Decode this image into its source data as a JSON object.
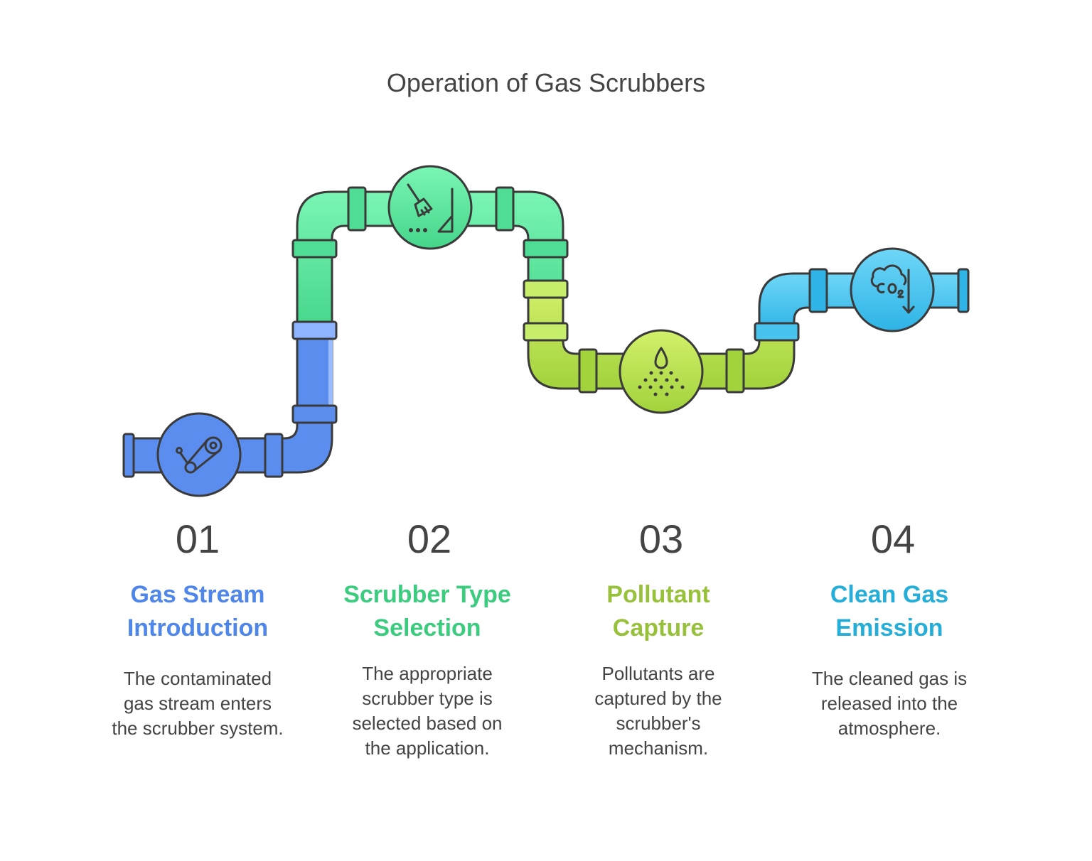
{
  "title": "Operation of Gas Scrubbers",
  "colors": {
    "blue": "#5b8def",
    "green": "#4fdc94",
    "lime": "#a2d23c",
    "cyan": "#2eb4e6",
    "stroke": "#3a3a3a"
  },
  "steps": [
    {
      "number": "01",
      "title_line1": "Gas Stream",
      "title_line2": "Introduction",
      "desc": [
        "The contaminated",
        "gas stream enters",
        "the scrubber system."
      ],
      "color": "#4f86ea",
      "icon": "conveyor-icon"
    },
    {
      "number": "02",
      "title_line1": "Scrubber Type",
      "title_line2": "Selection",
      "desc": [
        "The appropriate",
        "scrubber type is",
        "selected based on",
        "the application."
      ],
      "color": "#3ccc7f",
      "icon": "broom-icon"
    },
    {
      "number": "03",
      "title_line1": "Pollutant",
      "title_line2": "Capture",
      "desc": [
        "Pollutants are",
        "captured by the",
        "scrubber's",
        "mechanism."
      ],
      "color": "#98c13b",
      "icon": "droplet-icon"
    },
    {
      "number": "04",
      "title_line1": "Clean Gas",
      "title_line2": "Emission",
      "desc": [
        "The cleaned gas is",
        "released into the",
        "atmosphere."
      ],
      "color": "#25aed8",
      "icon": "co2-cloud-icon"
    }
  ]
}
